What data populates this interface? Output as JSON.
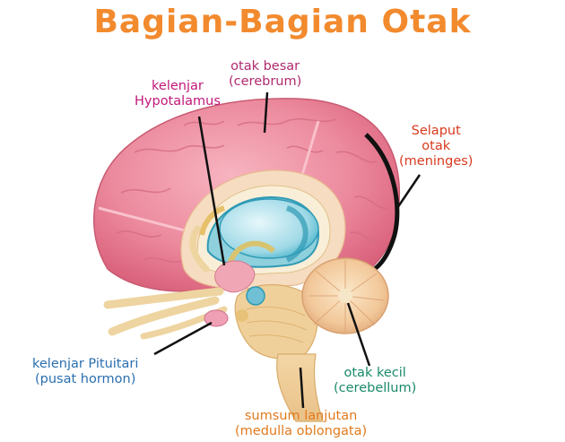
{
  "title": "Bagian-Bagian Otak",
  "colors": {
    "title": "#f28a2e",
    "cerebrum_label": "#b02a6e",
    "hypothalamus_label": "#c0187a",
    "meninges_label": "#d83a1e",
    "pituitary_label": "#2a6fb0",
    "cerebellum_label": "#1a8a6a",
    "medulla_label": "#e27a1e",
    "brain_pink": "#ec8a9e",
    "ventricle_blue": "#3fb0c8"
  },
  "labels": {
    "cerebrum": {
      "line1": "otak besar",
      "line2": "(cerebrum)"
    },
    "hypothalamus": {
      "line1": "kelenjar",
      "line2": "Hypotalamus"
    },
    "meninges": {
      "line1": "Selaput",
      "line2": "otak",
      "line3": "(meninges)"
    },
    "pituitary": {
      "line1": "kelenjar Pituitari",
      "line2": "(pusat hormon)"
    },
    "cerebellum": {
      "line1": "otak kecil",
      "line2": "(cerebellum)"
    },
    "medulla": {
      "line1": "sumsum lanjutan",
      "line2": "(medulla oblongata)"
    }
  }
}
